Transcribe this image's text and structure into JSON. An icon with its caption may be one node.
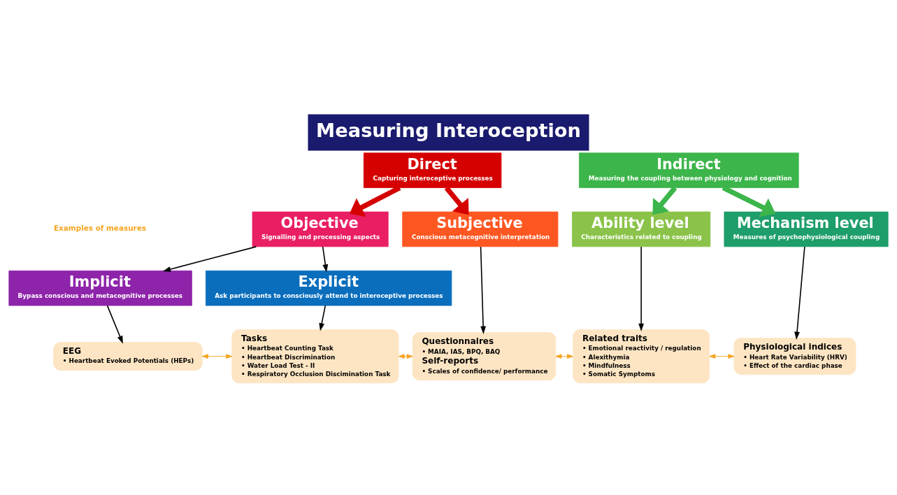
{
  "diagram": {
    "title": "Measuring Interoception",
    "nodes": [
      {
        "text": [
          "Direct",
          "Capturing interoceptive processes"
        ]
      },
      {
        "text": [
          "Indirect",
          "Measuring the coupling between physiology and cognition"
        ]
      },
      {
        "text": [
          "Objective",
          "Signalling and processing aspects"
        ]
      },
      {
        "text": [
          "Subjective",
          "Conscious metacognitive interpretation"
        ]
      },
      {
        "text": [
          "Ability level",
          "Characteristics related to coupling"
        ]
      },
      {
        "text": [
          "Mechanism level",
          "Measures of psychophysiological coupling"
        ]
      },
      {
        "text": [
          "Implicit",
          "Bypass conscious and metacognitive processes"
        ]
      },
      {
        "text": [
          "Explicit",
          "Ask participants to consciously attend to interoceptive processes"
        ]
      },
      {
        "text": [
          "EEG",
          "• Heartbeat Evoked Potentials (HEPs)"
        ]
      },
      {
        "text": [
          "Tasks",
          "• Heartbeat Counting Task",
          "• Heartbeat Discrimination",
          "• Water Load Test - II",
          "• Respiratory Occlusion Discimination Task"
        ]
      },
      {
        "text": [
          "Questionnaires",
          "• MAIA, IAS, BPQ, BAQ",
          "Self-reports",
          "• Scales of confidence/ performance"
        ]
      },
      {
        "text": [
          "Related traits",
          "• Emotional reactivity / regulation",
          "• Alexithymia",
          "• Mindfulness",
          "• Somatic Symptoms"
        ]
      },
      {
        "text": [
          "Physiological indices",
          "• Heart Rate Variability (HRV)",
          "• Effect of the cardiac phase"
        ]
      }
    ],
    "edges": [
      {
        "from": 0,
        "to": 2,
        "arrow": "to",
        "style": "thick",
        "color": "#d50000"
      },
      {
        "from": 0,
        "to": 3,
        "arrow": "to",
        "style": "thick",
        "color": "#d50000"
      },
      {
        "from": 1,
        "to": 4,
        "arrow": "to",
        "style": "thick",
        "color": "#3cb54a"
      },
      {
        "from": 1,
        "to": 5,
        "arrow": "to",
        "style": "thick",
        "color": "#3cb54a"
      },
      {
        "from": 2,
        "to": 6,
        "arrow": "to"
      },
      {
        "from": 2,
        "to": 7,
        "arrow": "to"
      },
      {
        "from": 6,
        "to": 8,
        "arrow": "to"
      },
      {
        "from": 7,
        "to": 9,
        "arrow": "to"
      },
      {
        "from": 3,
        "to": 10,
        "arrow": "to"
      },
      {
        "from": 4,
        "to": 11,
        "arrow": "to"
      },
      {
        "from": 5,
        "to": 12,
        "arrow": "to"
      },
      {
        "from": 8,
        "to": 9,
        "arrow": "both",
        "color": "#f5a623"
      },
      {
        "from": 9,
        "to": 10,
        "arrow": "both",
        "color": "#f5a623"
      },
      {
        "from": 10,
        "to": 11,
        "arrow": "both",
        "color": "#f5a623"
      },
      {
        "from": 11,
        "to": 12,
        "arrow": "both",
        "color": "#f5a623"
      }
    ],
    "labels": [
      "Examples of measures"
    ]
  }
}
